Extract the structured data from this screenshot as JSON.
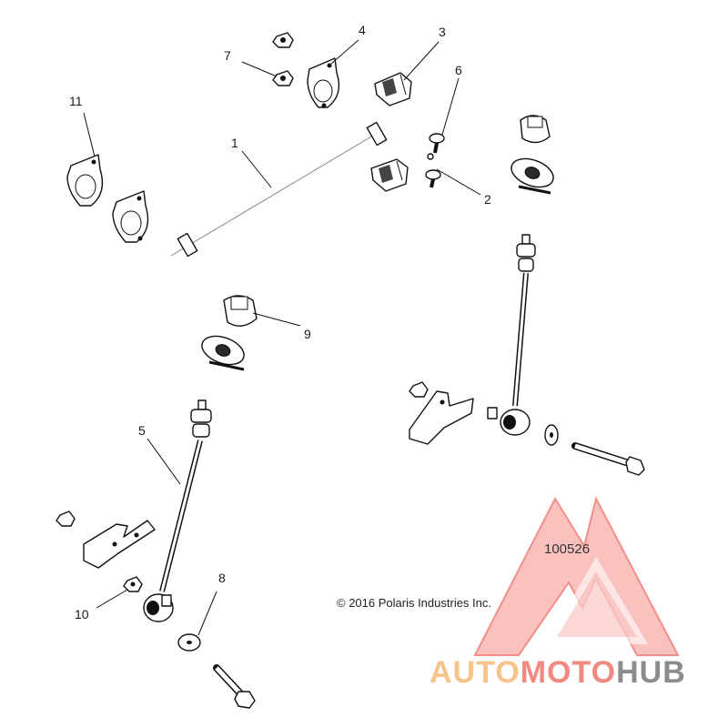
{
  "diagram": {
    "figure_number": "100526",
    "copyright": "© 2016 Polaris Industries Inc.",
    "callouts": [
      {
        "id": "1",
        "label": "1"
      },
      {
        "id": "2",
        "label": "2"
      },
      {
        "id": "3",
        "label": "3"
      },
      {
        "id": "4",
        "label": "4"
      },
      {
        "id": "5",
        "label": "5"
      },
      {
        "id": "6",
        "label": "6"
      },
      {
        "id": "7",
        "label": "7"
      },
      {
        "id": "8",
        "label": "8"
      },
      {
        "id": "9",
        "label": "9"
      },
      {
        "id": "10",
        "label": "10"
      },
      {
        "id": "11",
        "label": "11"
      }
    ]
  },
  "watermark": {
    "part_auto": "AUTO",
    "part_moto": "MOTO",
    "part_hub": "HUB",
    "color_auto": "#f6c48a",
    "color_moto": "#f08a80",
    "color_hub": "#8c8c8c",
    "triangle_color": "#f27b75"
  }
}
